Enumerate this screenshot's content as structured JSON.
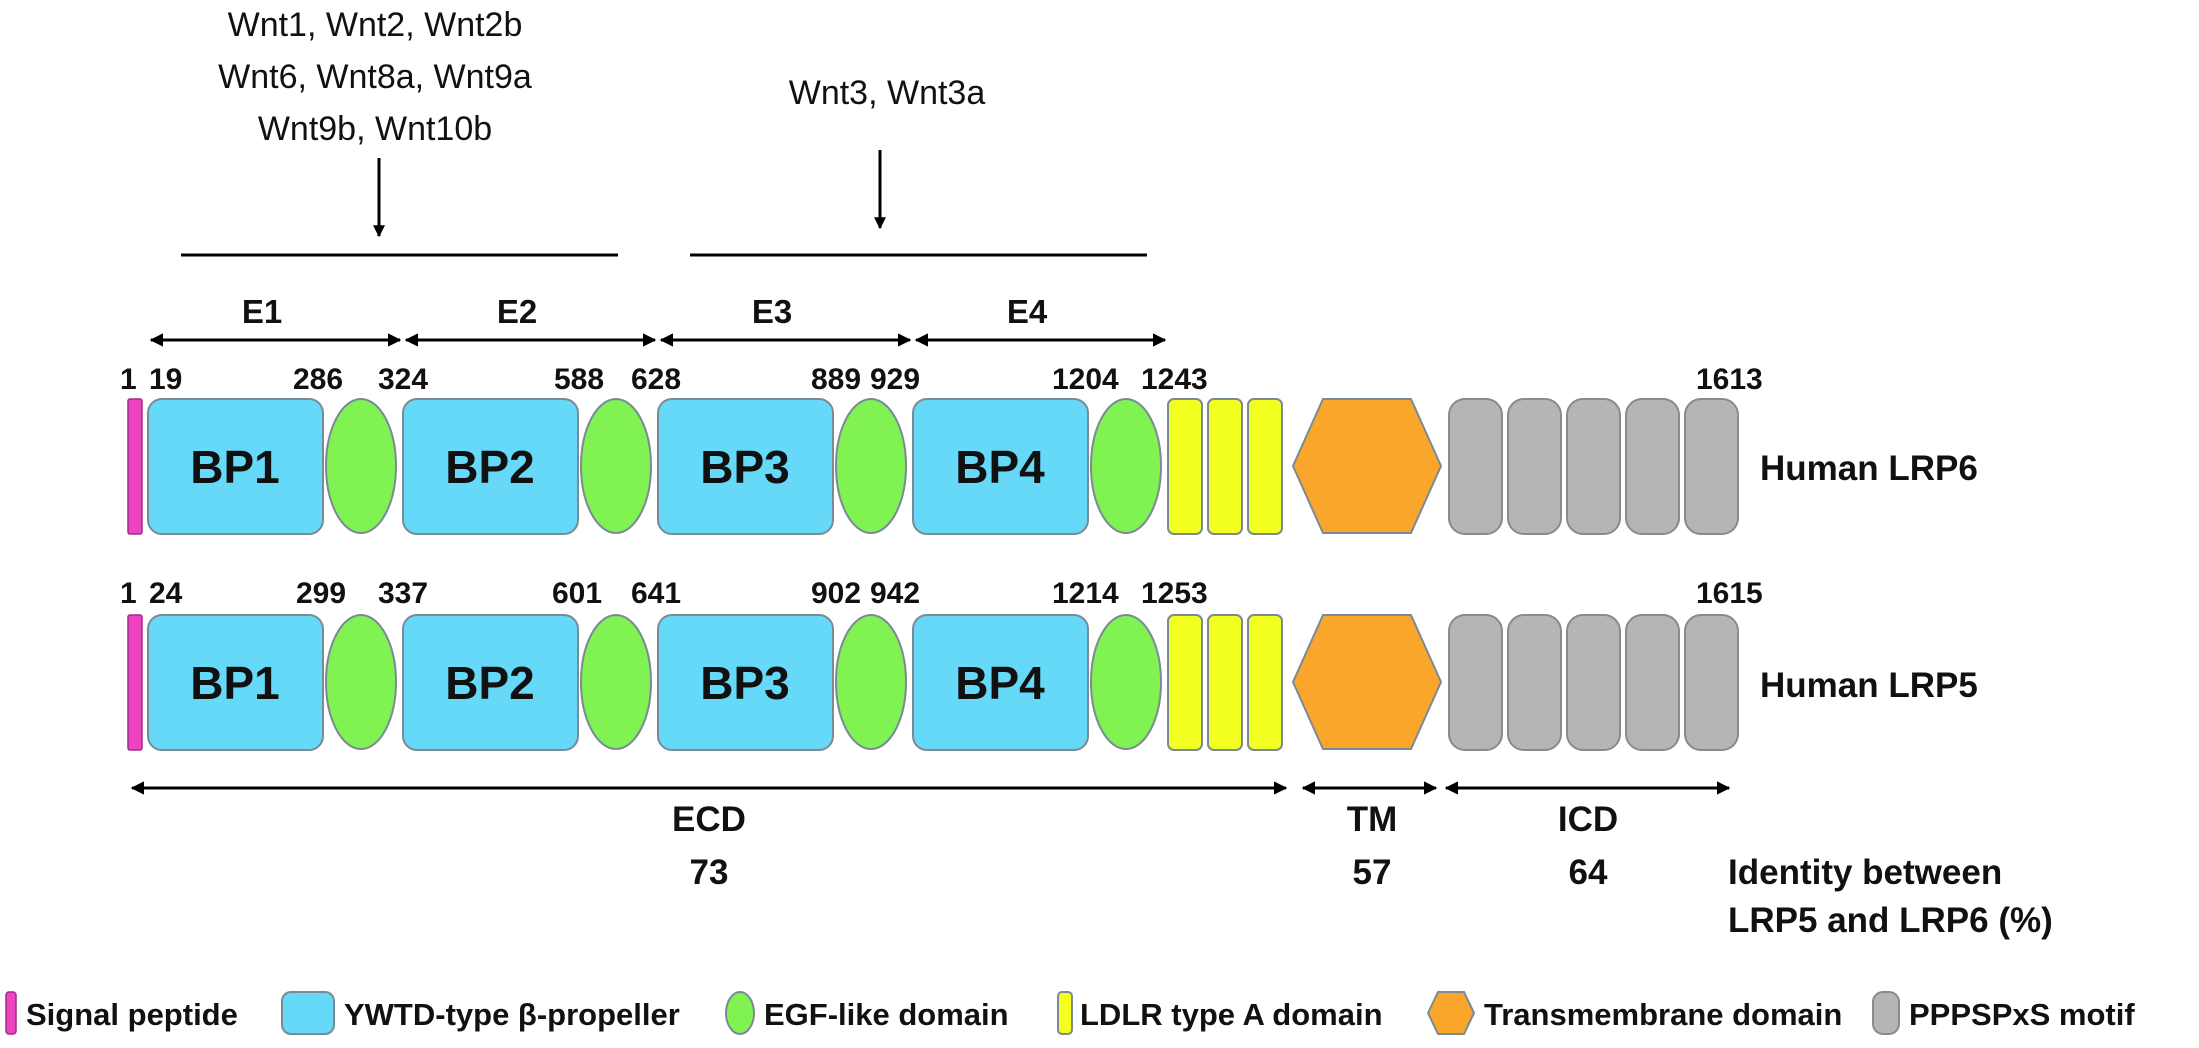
{
  "wnt_groups": [
    {
      "lines": [
        "Wnt1, Wnt2, Wnt2b",
        "Wnt6, Wnt8a, Wnt9a",
        "Wnt9b, Wnt10b"
      ]
    },
    {
      "lines": [
        "Wnt3, Wnt3a"
      ]
    }
  ],
  "regions": [
    "E1",
    "E2",
    "E3",
    "E4"
  ],
  "rows": [
    {
      "label": "Human LRP6",
      "positions": [
        "1",
        "19",
        "286",
        "324",
        "588",
        "628",
        "889",
        "929",
        "1204",
        "1243",
        "1613"
      ],
      "propellers": [
        "BP1",
        "BP2",
        "BP3",
        "BP4"
      ]
    },
    {
      "label": "Human LRP5",
      "positions": [
        "1",
        "24",
        "299",
        "337",
        "601",
        "641",
        "902",
        "942",
        "1214",
        "1253",
        "1615"
      ],
      "propellers": [
        "BP1",
        "BP2",
        "BP3",
        "BP4"
      ]
    }
  ],
  "domains_bottom": [
    {
      "label": "ECD",
      "identity": "73"
    },
    {
      "label": "TM",
      "identity": "57"
    },
    {
      "label": "ICD",
      "identity": "64"
    }
  ],
  "identity_caption": [
    "Identity between",
    "LRP5 and LRP6 (%)"
  ],
  "legend": [
    {
      "label": "Signal peptide",
      "color": "#ee44c4"
    },
    {
      "label": "YWTD-type β-propeller",
      "color": "#66d8f8"
    },
    {
      "label": "EGF-like domain",
      "color": "#80f252"
    },
    {
      "label": "LDLR type A domain",
      "color": "#f2ff20"
    },
    {
      "label": "Transmembrane domain",
      "color": "#f9a62a"
    },
    {
      "label": "PPPSPxS motif",
      "color": "#b5b5b5"
    }
  ]
}
